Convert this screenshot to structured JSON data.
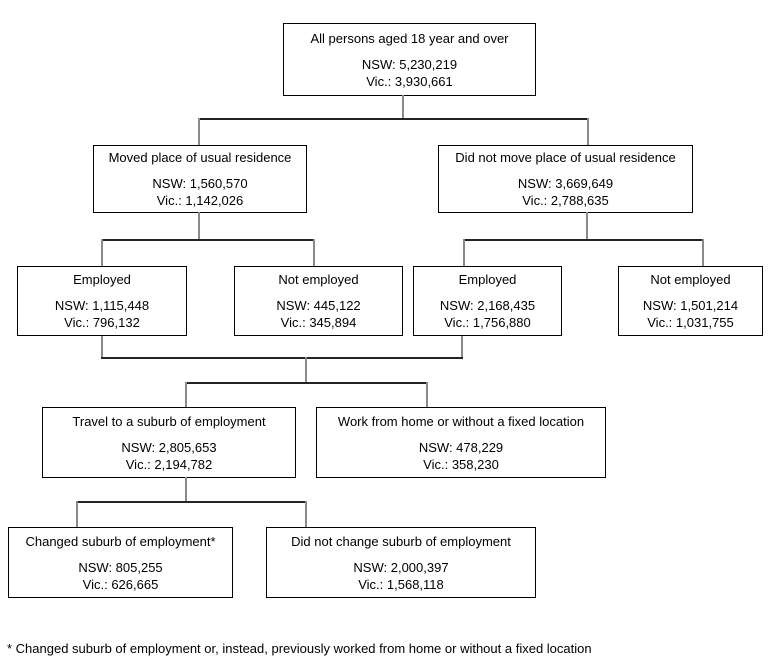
{
  "diagram": {
    "title_hint": "Residential mobility and employment flowchart, NSW and Victoria",
    "footnote": "* Changed suburb of employment or, instead, previously worked from home or without a fixed location",
    "nodes": {
      "root": {
        "title": "All persons aged 18 year and over",
        "nsw_line": "NSW: 5,230,219",
        "vic_line": "Vic.: 3,930,661"
      },
      "moved": {
        "title": "Moved place of usual residence",
        "nsw_line": "NSW: 1,560,570",
        "vic_line": "Vic.: 1,142,026"
      },
      "not_moved": {
        "title": "Did not move place of usual residence",
        "nsw_line": "NSW: 3,669,649",
        "vic_line": "Vic.: 2,788,635"
      },
      "moved_employed": {
        "title": "Employed",
        "nsw_line": "NSW: 1,115,448",
        "vic_line": "Vic.: 796,132"
      },
      "moved_not_employed": {
        "title": "Not employed",
        "nsw_line": "NSW: 445,122",
        "vic_line": "Vic.: 345,894"
      },
      "notmoved_employed": {
        "title": "Employed",
        "nsw_line": "NSW: 2,168,435",
        "vic_line": "Vic.: 1,756,880"
      },
      "notmoved_not_employed": {
        "title": "Not employed",
        "nsw_line": "NSW: 1,501,214",
        "vic_line": "Vic.: 1,031,755"
      },
      "travel": {
        "title": "Travel to a suburb of employment",
        "nsw_line": "NSW: 2,805,653",
        "vic_line": "Vic.: 2,194,782"
      },
      "work_from_home": {
        "title": "Work from home or without a fixed location",
        "nsw_line": "NSW: 478,229",
        "vic_line": "Vic.: 358,230"
      },
      "changed_suburb": {
        "title": "Changed suburb of employment*",
        "nsw_line": "NSW: 805,255",
        "vic_line": "Vic.: 626,665"
      },
      "not_changed_suburb": {
        "title": "Did not change suburb of employment",
        "nsw_line": "NSW: 2,000,397",
        "vic_line": "Vic.: 1,568,118"
      }
    }
  }
}
